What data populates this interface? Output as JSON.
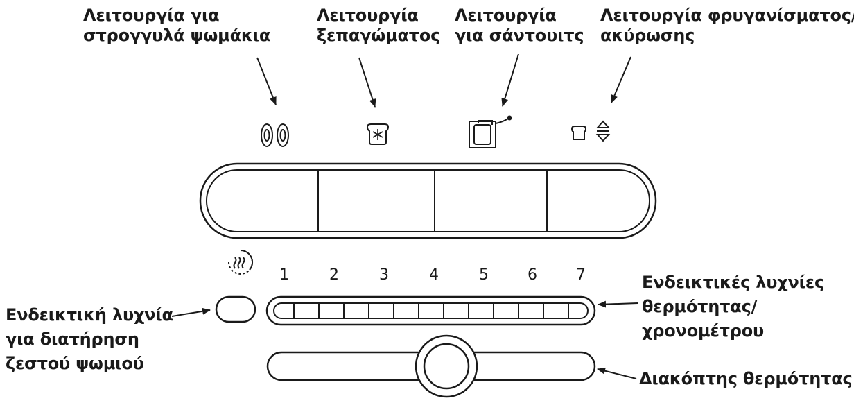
{
  "callouts": {
    "bagel": {
      "line1": "Λειτουργία για",
      "line2": "στρογγυλά ψωμάκια"
    },
    "defrost": {
      "line1": "Λειτουργία",
      "line2": "ξεπαγώματος"
    },
    "sandwich": {
      "line1": "Λειτουργία",
      "line2": "για σάντουιτς"
    },
    "toast_cancel": {
      "line1": "Λειτουργία φρυγανίσματος/",
      "line2": "ακύρωσης"
    },
    "keep_warm": {
      "line1": "Ενδεικτική λυχνία",
      "line2": "για διατήρηση",
      "line3": "ζεστού ψωμιού"
    },
    "indicators": {
      "line1": "Ενδεικτικές λυχνίες",
      "line2": "θερμότητας/",
      "line3": "χρονομέτρου"
    },
    "dial": {
      "line1": "Διακόπτης θερμότητας"
    }
  },
  "scale": [
    "1",
    "2",
    "3",
    "4",
    "5",
    "6",
    "7"
  ],
  "icons": [
    "bagel-icon",
    "defrost-icon",
    "sandwich-icon",
    "toast-cancel-icon",
    "keep-warm-icon"
  ]
}
